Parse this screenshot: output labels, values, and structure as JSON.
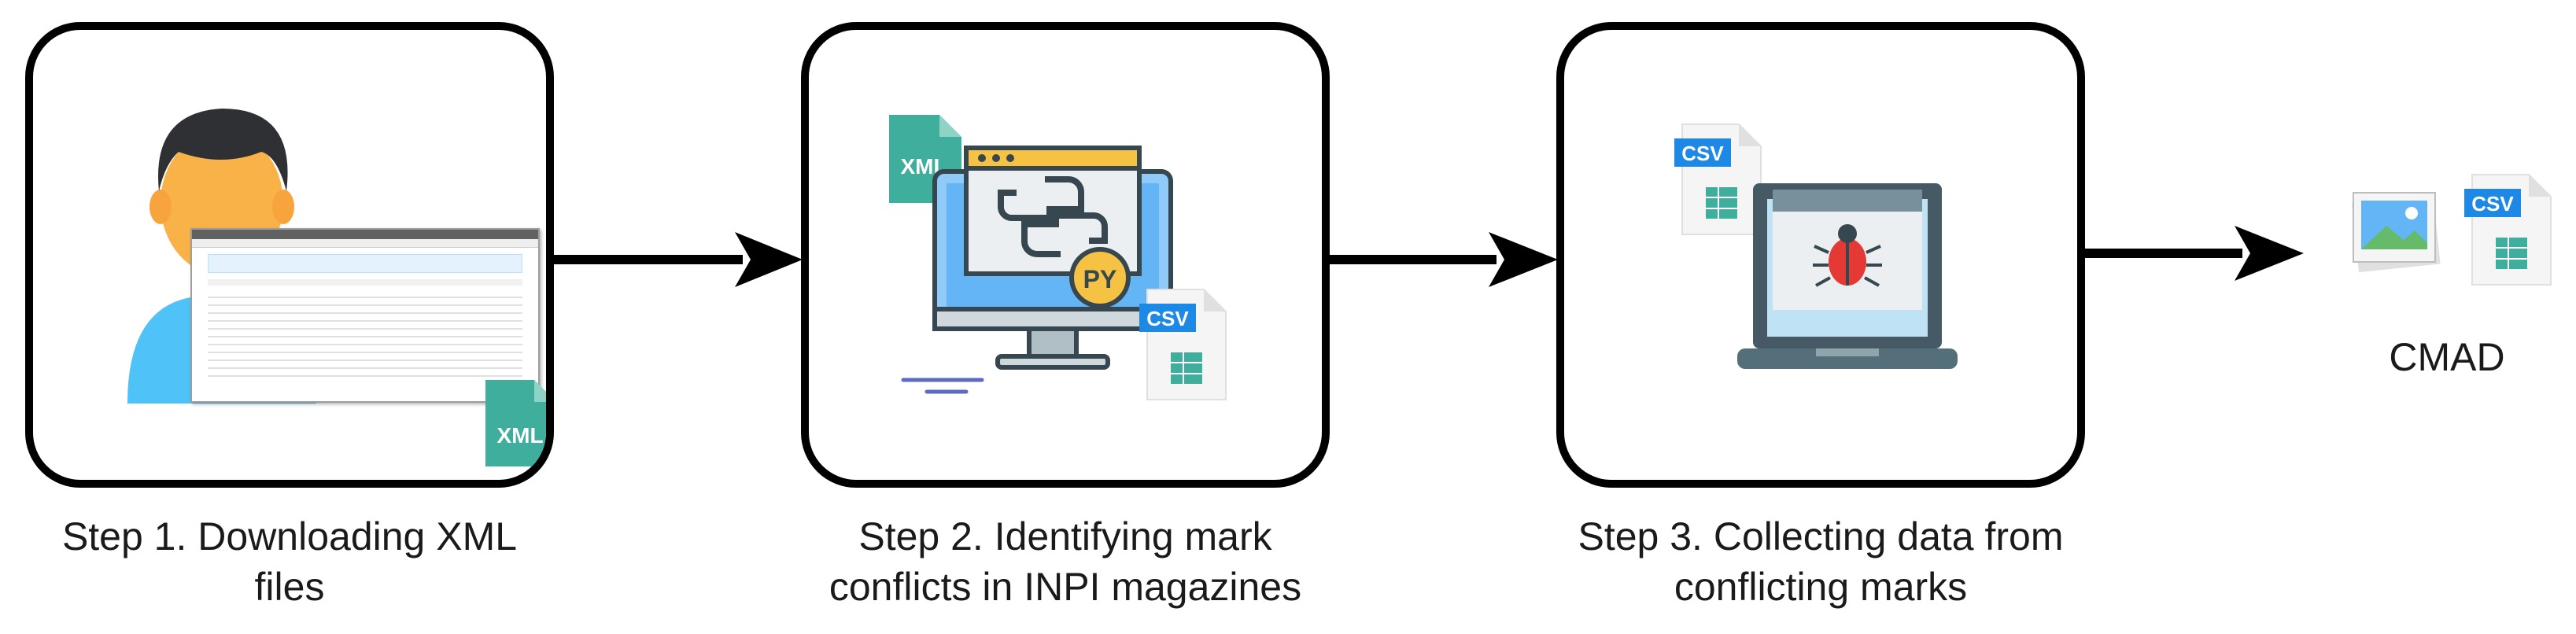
{
  "steps": [
    {
      "caption_line1": "Step 1. Downloading XML",
      "caption_line2": "files",
      "file_badge": "XML"
    },
    {
      "caption_line1": "Step 2. Identifying mark",
      "caption_line2": "conflicts in INPI magazines",
      "file_badge_in": "XML",
      "file_badge_out": "CSV",
      "code_badge": "PY"
    },
    {
      "caption_line1": "Step 3. Collecting data from",
      "caption_line2": "conflicting marks",
      "file_badge": "CSV"
    }
  ],
  "output": {
    "label": "CMAD",
    "file_badge": "CSV"
  },
  "icons": [
    "user-icon",
    "xml-file-icon",
    "python-monitor-icon",
    "csv-file-icon",
    "laptop-bug-icon",
    "image-icon"
  ],
  "colors": {
    "stroke": "#000000",
    "xml_green": "#3fae9c",
    "csv_blue": "#1e88e5",
    "python_yellow": "#f6c244",
    "monitor_blue": "#64b5f6"
  }
}
